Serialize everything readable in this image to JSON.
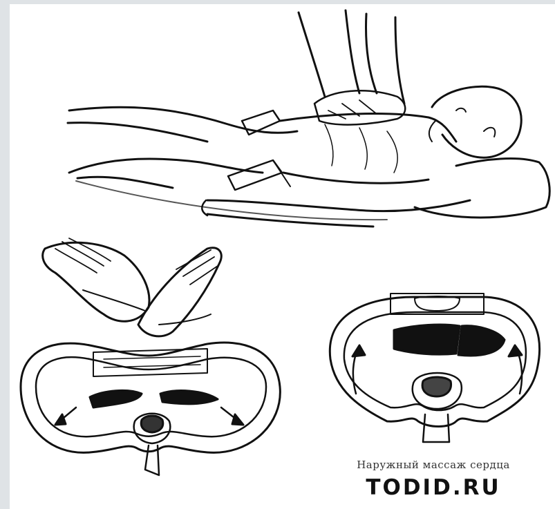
{
  "caption": "Наружный массаж сердца",
  "brand": "TODID.RU",
  "colors": {
    "background": "#dfe3e6",
    "paper": "#ffffff",
    "ink": "#111111"
  },
  "illustrations": [
    "patient-with-hands-on-chest",
    "crossed-hands-over-chest-cross-section",
    "compressed-chest-cross-section"
  ]
}
